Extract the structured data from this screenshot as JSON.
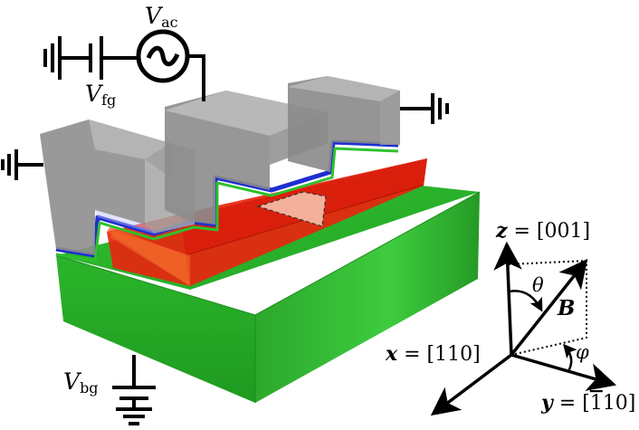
{
  "labels": {
    "v_ac_main": "V",
    "v_ac_sub": "ac",
    "v_fg_main": "V",
    "v_fg_sub": "fg",
    "v_bg_main": "V",
    "v_bg_sub": "bg"
  },
  "axes": {
    "z_var": "z",
    "z_val": " = [001]",
    "x_var": "x",
    "x_val": " = [110]",
    "y_var": "y",
    "y_val_pre": " = [",
    "y_val_bar": "1",
    "y_val_post": "10]",
    "b_vec": "B",
    "theta": "θ",
    "phi": "φ"
  },
  "colors": {
    "substrate_green": "#2eb82e",
    "nanowire_red": "#e8250f",
    "gate_gray": "#9a9a9a",
    "dielectric_blue": "#1e2fd0",
    "device_region": "#f2a58a"
  }
}
